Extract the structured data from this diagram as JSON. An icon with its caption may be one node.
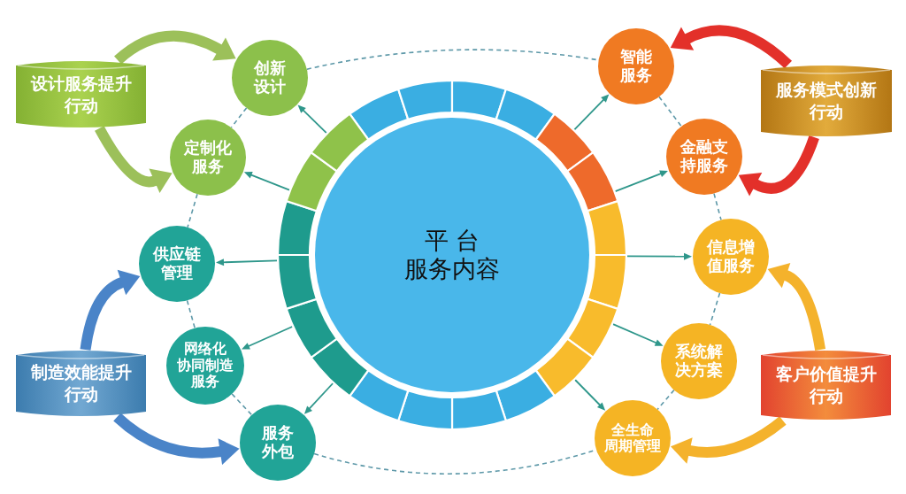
{
  "diagram": {
    "nodes": [
      {
        "text": [
          "平 台",
          "服务内容"
        ]
      },
      {
        "text": [
          "创新设计"
        ]
      },
      {
        "text": [
          "定制化服务"
        ]
      },
      {
        "text": [
          "供应链管理"
        ]
      },
      {
        "text": [
          "网络化协同制造服务"
        ]
      },
      {
        "text": [
          "服务外包"
        ]
      },
      {
        "text": [
          "智能服务"
        ]
      },
      {
        "text": [
          "金融支持服务"
        ]
      },
      {
        "text": [
          "信息增值服务"
        ]
      },
      {
        "text": [
          "系统解决方案"
        ]
      },
      {
        "text": [
          "全生命周期管理"
        ]
      },
      {
        "text": [
          "设计服务提升行动"
        ]
      },
      {
        "text": [
          "制造效能提升行动"
        ]
      },
      {
        "text": [
          "服务模式创新行动"
        ]
      },
      {
        "text": [
          "客户价值提升行动"
        ]
      }
    ],
    "edges": [
      {
        "from": 0,
        "to": 1,
        "arrow": "to"
      },
      {
        "from": 0,
        "to": 2,
        "arrow": "to"
      },
      {
        "from": 0,
        "to": 3,
        "arrow": "to"
      },
      {
        "from": 0,
        "to": 4,
        "arrow": "to"
      },
      {
        "from": 0,
        "to": 5,
        "arrow": "to"
      },
      {
        "from": 0,
        "to": 6,
        "arrow": "to"
      },
      {
        "from": 0,
        "to": 7,
        "arrow": "to"
      },
      {
        "from": 0,
        "to": 8,
        "arrow": "to"
      },
      {
        "from": 0,
        "to": 9,
        "arrow": "to"
      },
      {
        "from": 0,
        "to": 10,
        "arrow": "to"
      },
      {
        "from": 1,
        "to": 2,
        "arrow": "none",
        "style": "dashed",
        "color": "#5d98a8"
      },
      {
        "from": 2,
        "to": 3,
        "arrow": "none",
        "style": "dashed",
        "color": "#5d98a8"
      },
      {
        "from": 3,
        "to": 4,
        "arrow": "none",
        "style": "dashed",
        "color": "#5d98a8"
      },
      {
        "from": 4,
        "to": 5,
        "arrow": "none",
        "style": "dashed",
        "color": "#5d98a8"
      },
      {
        "from": 6,
        "to": 7,
        "arrow": "none",
        "style": "dashed",
        "color": "#5d98a8"
      },
      {
        "from": 7,
        "to": 8,
        "arrow": "none",
        "style": "dashed",
        "color": "#5d98a8"
      },
      {
        "from": 8,
        "to": 9,
        "arrow": "none",
        "style": "dashed",
        "color": "#5d98a8"
      },
      {
        "from": 9,
        "to": 10,
        "arrow": "none",
        "style": "dashed",
        "color": "#5d98a8"
      },
      {
        "from": 1,
        "to": 6,
        "arrow": "none",
        "style": "dashed",
        "color": "#5d98a8"
      },
      {
        "from": 5,
        "to": 10,
        "arrow": "none",
        "style": "dashed",
        "color": "#5d98a8"
      },
      {
        "from": 11,
        "to": 1,
        "arrow": "to",
        "style": "thick",
        "color": "#9cc05a"
      },
      {
        "from": 11,
        "to": 2,
        "arrow": "to",
        "style": "thick",
        "color": "#9cc05a"
      },
      {
        "from": 12,
        "to": 3,
        "arrow": "to",
        "style": "thick",
        "color": "#4a84c8"
      },
      {
        "from": 12,
        "to": 5,
        "arrow": "to",
        "style": "thick",
        "color": "#4a84c8"
      },
      {
        "from": 13,
        "to": 6,
        "arrow": "to",
        "style": "thick",
        "color": "#e3302a"
      },
      {
        "from": 13,
        "to": 7,
        "arrow": "to",
        "style": "thick",
        "color": "#e3302a"
      },
      {
        "from": 14,
        "to": 8,
        "arrow": "to",
        "style": "thick",
        "color": "#f4b22c"
      },
      {
        "from": 14,
        "to": 10,
        "arrow": "to",
        "style": "thick",
        "color": "#f4b22c"
      }
    ]
  }
}
